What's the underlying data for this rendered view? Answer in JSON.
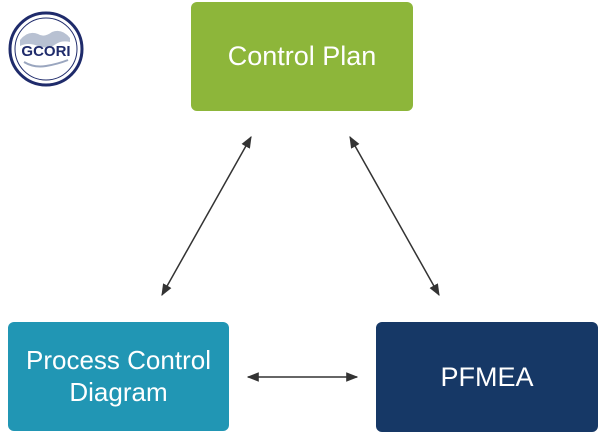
{
  "logo": {
    "text": "GCORI",
    "colors": {
      "ring": "#1f2b6b",
      "map": "#9aa6bf",
      "text": "#1f2b6b"
    }
  },
  "nodes": {
    "control_plan": {
      "label": "Control Plan",
      "color": "#8db63a"
    },
    "process_control_diagram": {
      "label_lines": [
        "Process Control",
        "Diagram"
      ],
      "color": "#2196b4"
    },
    "pfmea": {
      "label": "PFMEA",
      "color": "#163866"
    }
  },
  "edges": [
    {
      "from": "control_plan",
      "to": "process_control_diagram",
      "style": "double-headed arrow",
      "color": "#333333"
    },
    {
      "from": "control_plan",
      "to": "pfmea",
      "style": "double-headed arrow",
      "color": "#333333"
    },
    {
      "from": "process_control_diagram",
      "to": "pfmea",
      "style": "double-headed arrow",
      "color": "#333333"
    }
  ]
}
